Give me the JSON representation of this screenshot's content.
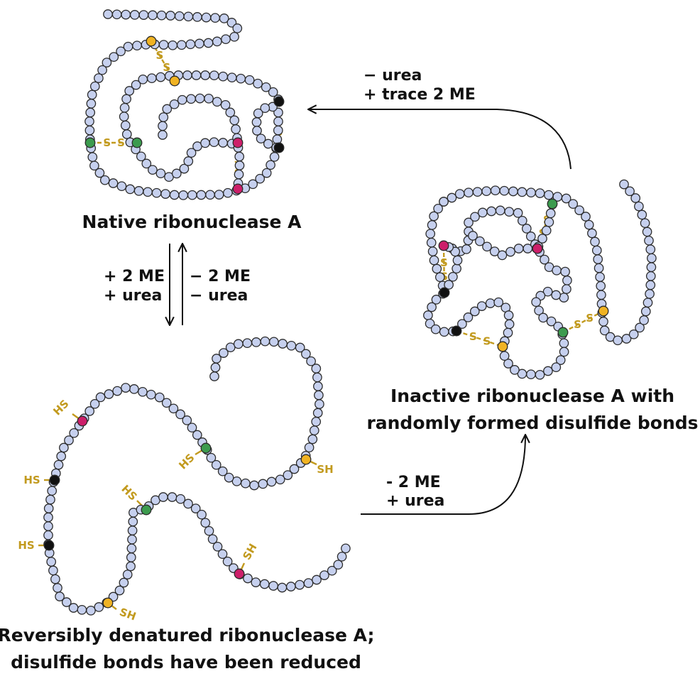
{
  "colors": {
    "residue": "#c6d0ee",
    "residue_outline": "#2b2b2b",
    "cys_yellow": "#f0b323",
    "cys_green": "#3c9b4e",
    "cys_magenta": "#cc1f6a",
    "cys_black": "#111111",
    "bond": "#c29a1e",
    "arrow": "#111111"
  },
  "labels": {
    "native": "Native ribonuclease A",
    "inactive_line1": "Inactive ribonuclease A with",
    "inactive_line2": "randomly formed disulfide bonds",
    "denatured_line1": "Reversibly denatured ribonuclease A;",
    "denatured_line2": "disulfide bonds have been reduced"
  },
  "conditions": {
    "top_line1": "− urea",
    "top_line2": "+ trace 2 ME",
    "down_line1": "+ 2 ME",
    "down_line2": "+ urea",
    "up_line1": "− 2 ME",
    "up_line2": "− urea",
    "bottom_line1": "- 2 ME",
    "bottom_line2": "+ urea"
  },
  "bond_text": {
    "sulfur": "S",
    "thiol_left": "HS",
    "thiol_right": "SH"
  },
  "states": {
    "native": {
      "chain": "folded",
      "disulfide_bonds": 4,
      "conformation": "native"
    },
    "denatured": {
      "chain": "unfolded",
      "disulfide_bonds": 0,
      "free_thiols": 8
    },
    "scrambled": {
      "chain": "folded",
      "disulfide_bonds": 4,
      "conformation": "random"
    }
  }
}
